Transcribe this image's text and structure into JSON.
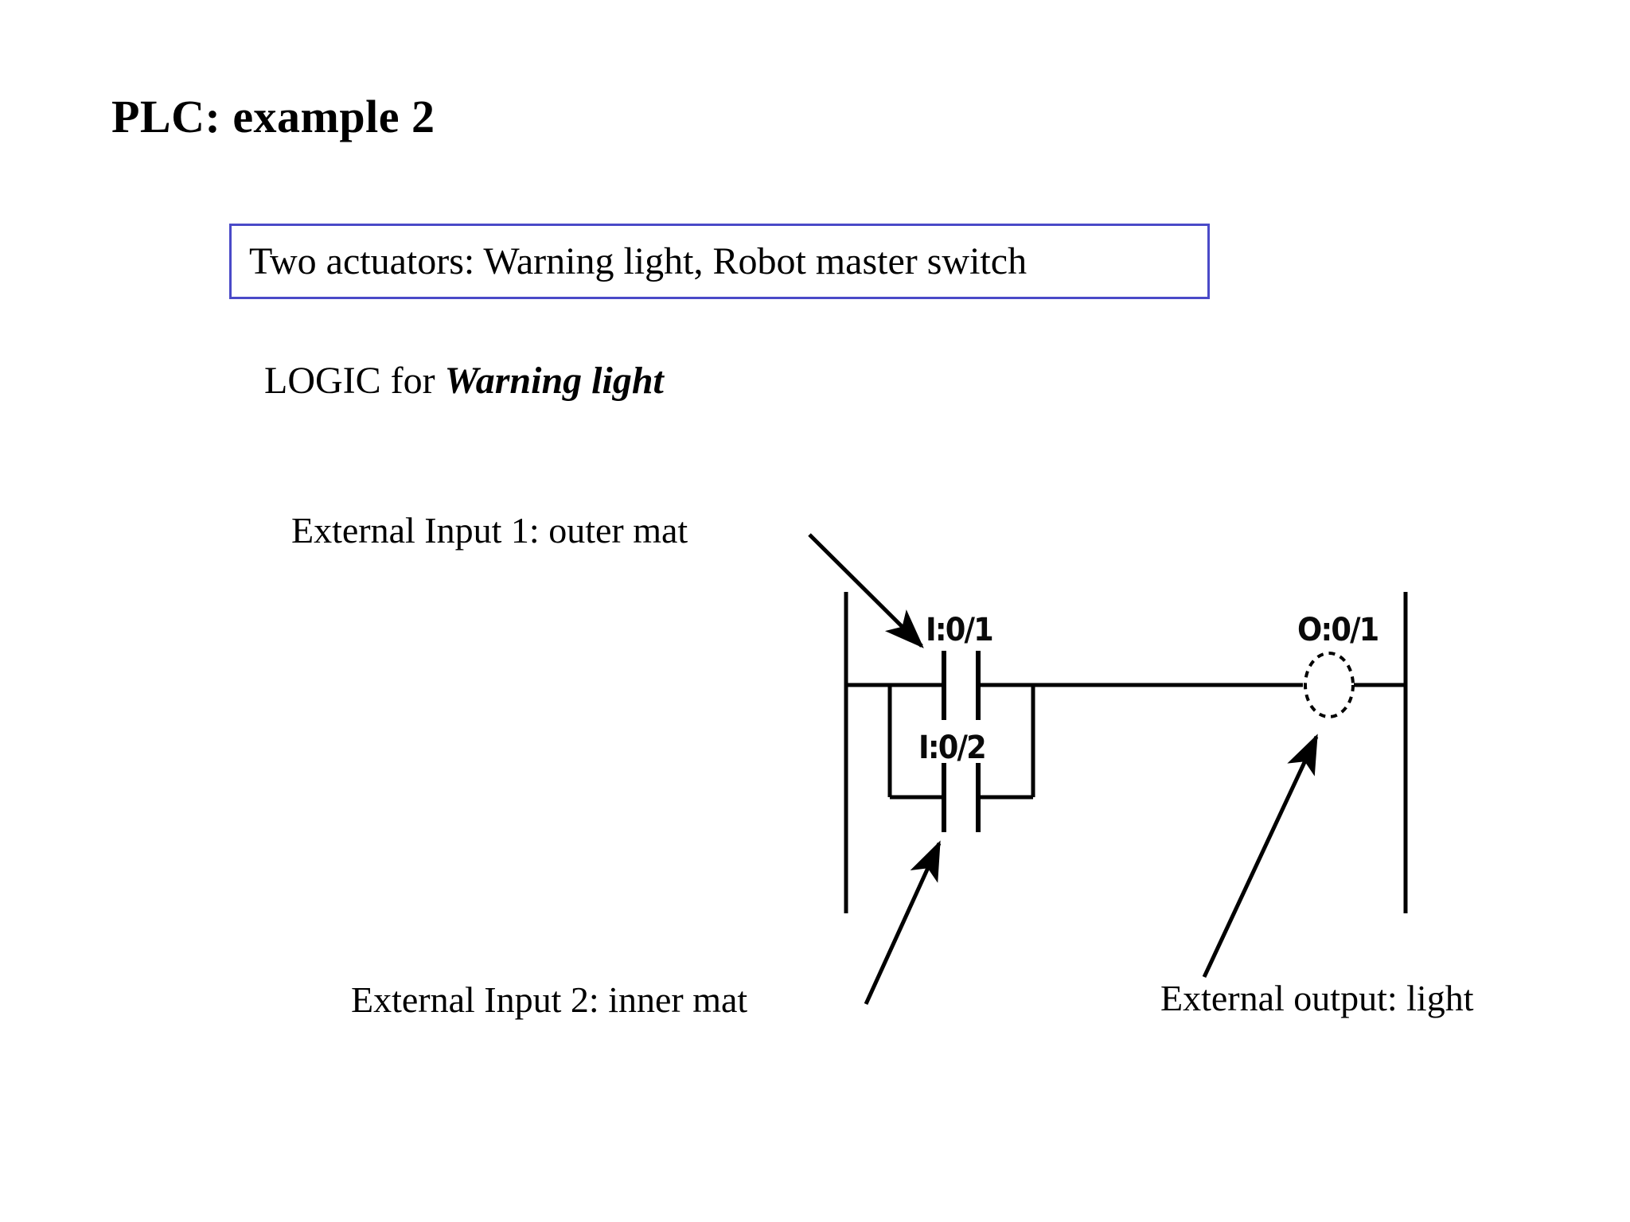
{
  "slide": {
    "title": "PLC: example 2",
    "background": "#ffffff"
  },
  "callout": {
    "text": "Two actuators: Warning light, Robot master switch",
    "border_color": "#4a4ac8"
  },
  "logic_heading": {
    "prefix": "LOGIC for ",
    "emphasis": "Warning light"
  },
  "annotations": {
    "input1": "External Input 1: outer mat",
    "input2": "External Input 2: inner mat",
    "output": "External output: light"
  },
  "ladder": {
    "contacts": [
      {
        "tag": "I:0/1",
        "type": "normally-open-contact",
        "branch": "main"
      },
      {
        "tag": "I:0/2",
        "type": "normally-open-contact",
        "branch": "parallel"
      }
    ],
    "coil": {
      "tag": "O:0/1",
      "type": "output-coil"
    },
    "rails": {
      "left": "power-rail-left",
      "right": "power-rail-right"
    },
    "line_color": "#000000"
  }
}
